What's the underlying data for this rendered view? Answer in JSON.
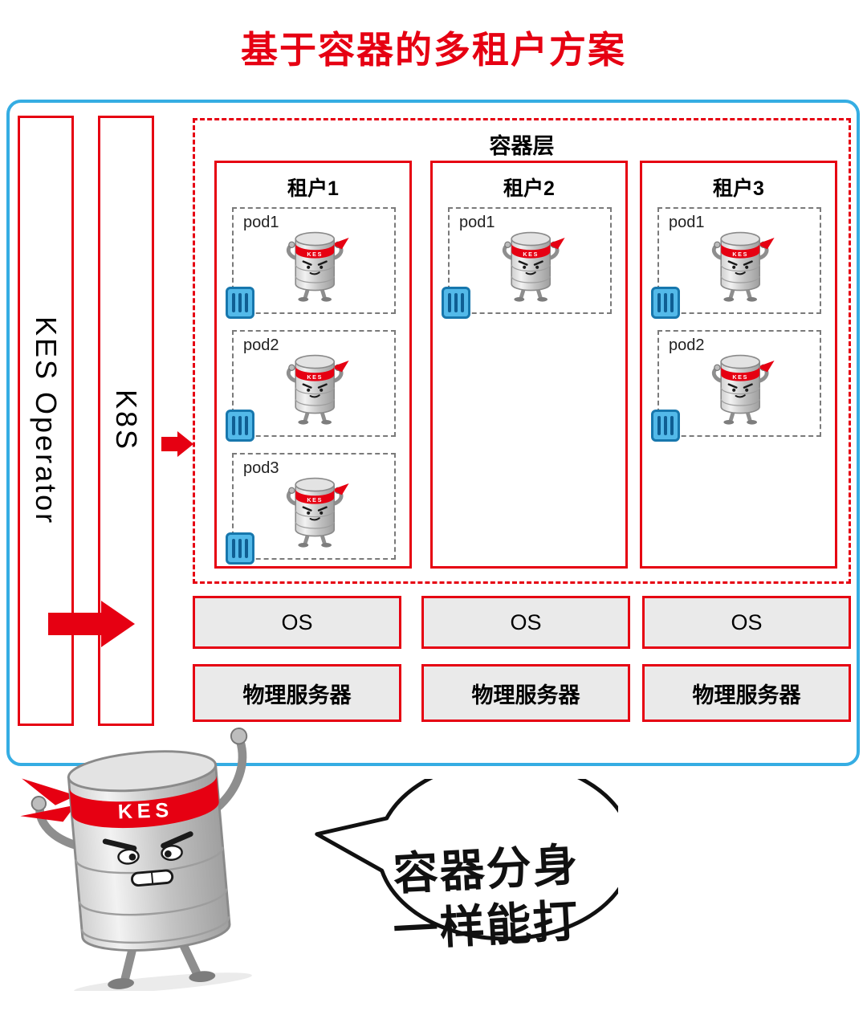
{
  "title": "基于容器的多租户方案",
  "pipeline": {
    "kes_operator_label": "KES Operator",
    "k8s_label": "K8S"
  },
  "container_layer": {
    "title": "容器层",
    "tenants": [
      {
        "label": "租户1",
        "pods": [
          "pod1",
          "pod2",
          "pod3"
        ]
      },
      {
        "label": "租户2",
        "pods": [
          "pod1"
        ]
      },
      {
        "label": "租户3",
        "pods": [
          "pod1",
          "pod2"
        ]
      }
    ]
  },
  "infrastructure": {
    "os_label": "OS",
    "server_label": "物理服务器"
  },
  "mascot": {
    "band_label": "KES",
    "speech_line1": "容器分身",
    "speech_line2": "一样能打"
  },
  "colors": {
    "accent_red": "#e60012",
    "frame_blue": "#35ade3",
    "container_icon_blue": "#53b9e9",
    "box_fill": "#eaeaea"
  }
}
